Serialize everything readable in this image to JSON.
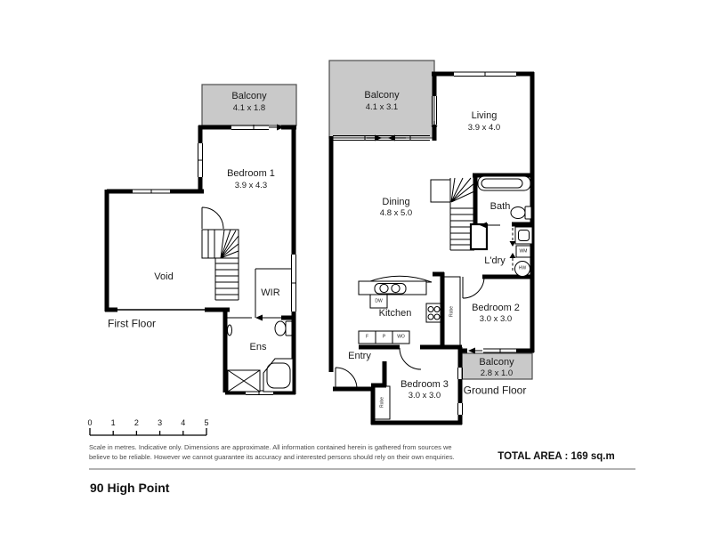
{
  "first_floor": {
    "floor_label": "First Floor",
    "balcony": {
      "label": "Balcony",
      "dims": "4.1 x 1.8"
    },
    "bedroom1": {
      "label": "Bedroom 1",
      "dims": "3.9 x 4.3"
    },
    "void_label": "Void",
    "wir_label": "WIR",
    "ens_label": "Ens"
  },
  "ground_floor": {
    "floor_label": "Ground Floor",
    "balcony_upper": {
      "label": "Balcony",
      "dims": "4.1 x 3.1"
    },
    "balcony_lower": {
      "label": "Balcony",
      "dims": "2.8 x 1.0"
    },
    "living": {
      "label": "Living",
      "dims": "3.9 x 4.0"
    },
    "dining": {
      "label": "Dining",
      "dims": "4.8 x 5.0"
    },
    "bath_label": "Bath",
    "laundry_label": "L'dry",
    "kitchen_label": "Kitchen",
    "entry_label": "Entry",
    "appliances": {
      "wm": "WM",
      "hw": "HW",
      "dw": "DW",
      "fridge": "F",
      "pantry": "P",
      "wall_oven": "WO"
    },
    "bedroom2": {
      "label": "Bedroom 2",
      "dims": "3.0 x 3.0",
      "robe_label": "Robe"
    },
    "bedroom3": {
      "label": "Bedroom 3",
      "dims": "3.0 x 3.0",
      "robe_label": "Robe"
    }
  },
  "scale_bar": {
    "ticks": [
      "0",
      "1",
      "2",
      "3",
      "4",
      "5"
    ]
  },
  "footer": {
    "disclaimer_line1": "Scale in metres. Indicative only. Dimensions are approximate. All information contained herein is gathered from sources we",
    "disclaimer_line2": "believe to be reliable. However we cannot guarantee its accuracy and interested persons should rely on their own enquiries.",
    "total_area": "TOTAL AREA : 169 sq.m",
    "property_title": "90 High Point"
  },
  "colors": {
    "wall": "#000000",
    "balcony_fill": "#c9c9c9",
    "balcony_border": "#4d4d4d",
    "divider_line": "#b3b3b3",
    "disclaimer_text": "#4a4a4a"
  }
}
